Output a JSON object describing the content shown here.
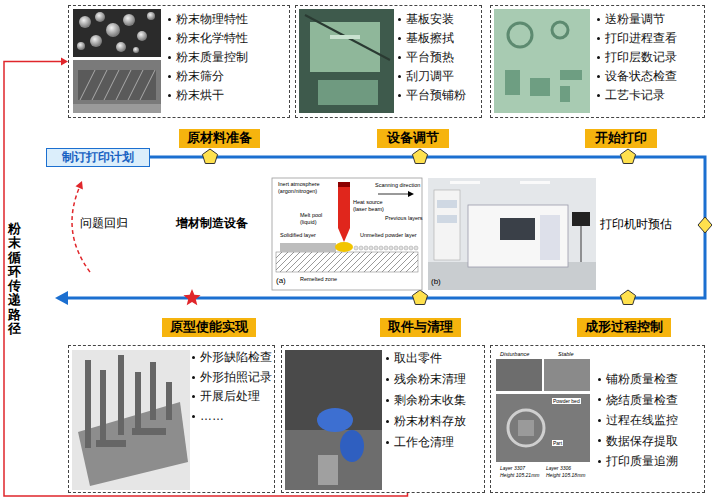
{
  "diagram": {
    "nodes": [
      {
        "text": [
          "粉末物理特性",
          "粉末化学特性",
          "粉末质量控制",
          "粉末筛分",
          "粉末烘干"
        ]
      },
      {
        "text": [
          "基板安装",
          "基板擦拭",
          "平台预热",
          "刮刀调平",
          "平台预铺粉"
        ]
      },
      {
        "text": [
          "送粉量调节",
          "打印进程查看",
          "打印层数记录",
          "设备状态检查",
          "工艺卡记录"
        ]
      },
      {
        "text": [
          "原材料准备"
        ]
      },
      {
        "text": [
          "设备调节"
        ]
      },
      {
        "text": [
          "开始打印"
        ]
      },
      {
        "text": [
          "制订打印计划"
        ]
      },
      {
        "text": [
          "原型使能实现"
        ]
      },
      {
        "text": [
          "取件与清理"
        ]
      },
      {
        "text": [
          "成形过程控制"
        ]
      },
      {
        "text": [
          "外形缺陷检查",
          "外形拍照记录",
          "开展后处理",
          "……"
        ]
      },
      {
        "text": [
          "取出零件",
          "残余粉末清理",
          "剩余粉末收集",
          "粉末材料存放",
          "工作仓清理"
        ]
      },
      {
        "text": [
          "铺粉质量检查",
          "烧结质量检查",
          "过程在线监控",
          "数据保存提取",
          "打印质量追溯"
        ]
      }
    ],
    "edges": [
      {
        "from": 11,
        "to": 0,
        "arrow": "to"
      }
    ],
    "labels": [
      "增材制造设备",
      "问题回归",
      "打印机时预估",
      "粉末循环传递路径",
      "Inert atmosphere (argon/nitrogen)",
      "Heat source (laser beam)",
      "Scanning direction",
      "Melt pool (liquid)",
      "Solidified layer",
      "Unmelted powder layer",
      "Previous layers",
      "Remelted zone",
      "(a)",
      "(b)",
      "Disturbance",
      "Stable",
      "Powder bed",
      "Part",
      "Layer 3307",
      "Height 105.21mm",
      "Layer 3306",
      "Height 105.18mm"
    ]
  }
}
